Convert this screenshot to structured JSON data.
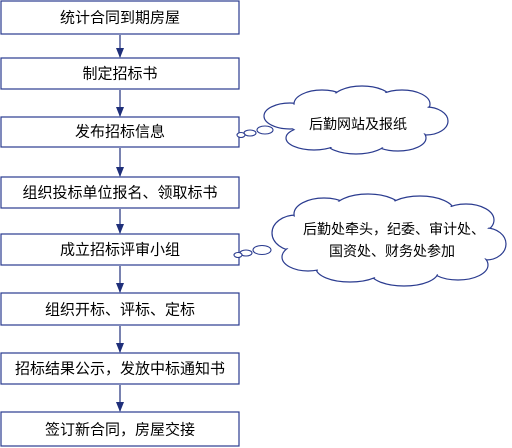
{
  "flow": {
    "steps": [
      "统计合同到期房屋",
      "制定招标书",
      "发布招标信息",
      "组织投标单位报名、领取标书",
      "成立招标评审小组",
      "组织开标、评标、定标",
      "招标结果公示，发放中标通知书",
      "签订新合同，房屋交接"
    ],
    "notes": [
      {
        "attached_to_step": 2,
        "lines": [
          "后勤网站及报纸"
        ]
      },
      {
        "attached_to_step": 4,
        "lines": [
          "后勤处牵头，纪委、审计处、",
          "国资处、财务处参加"
        ]
      }
    ]
  },
  "colors": {
    "box_stroke": "#2a3b8f",
    "arrow": "#1f2f7a",
    "cloud_stroke": "#2a3b8f"
  }
}
